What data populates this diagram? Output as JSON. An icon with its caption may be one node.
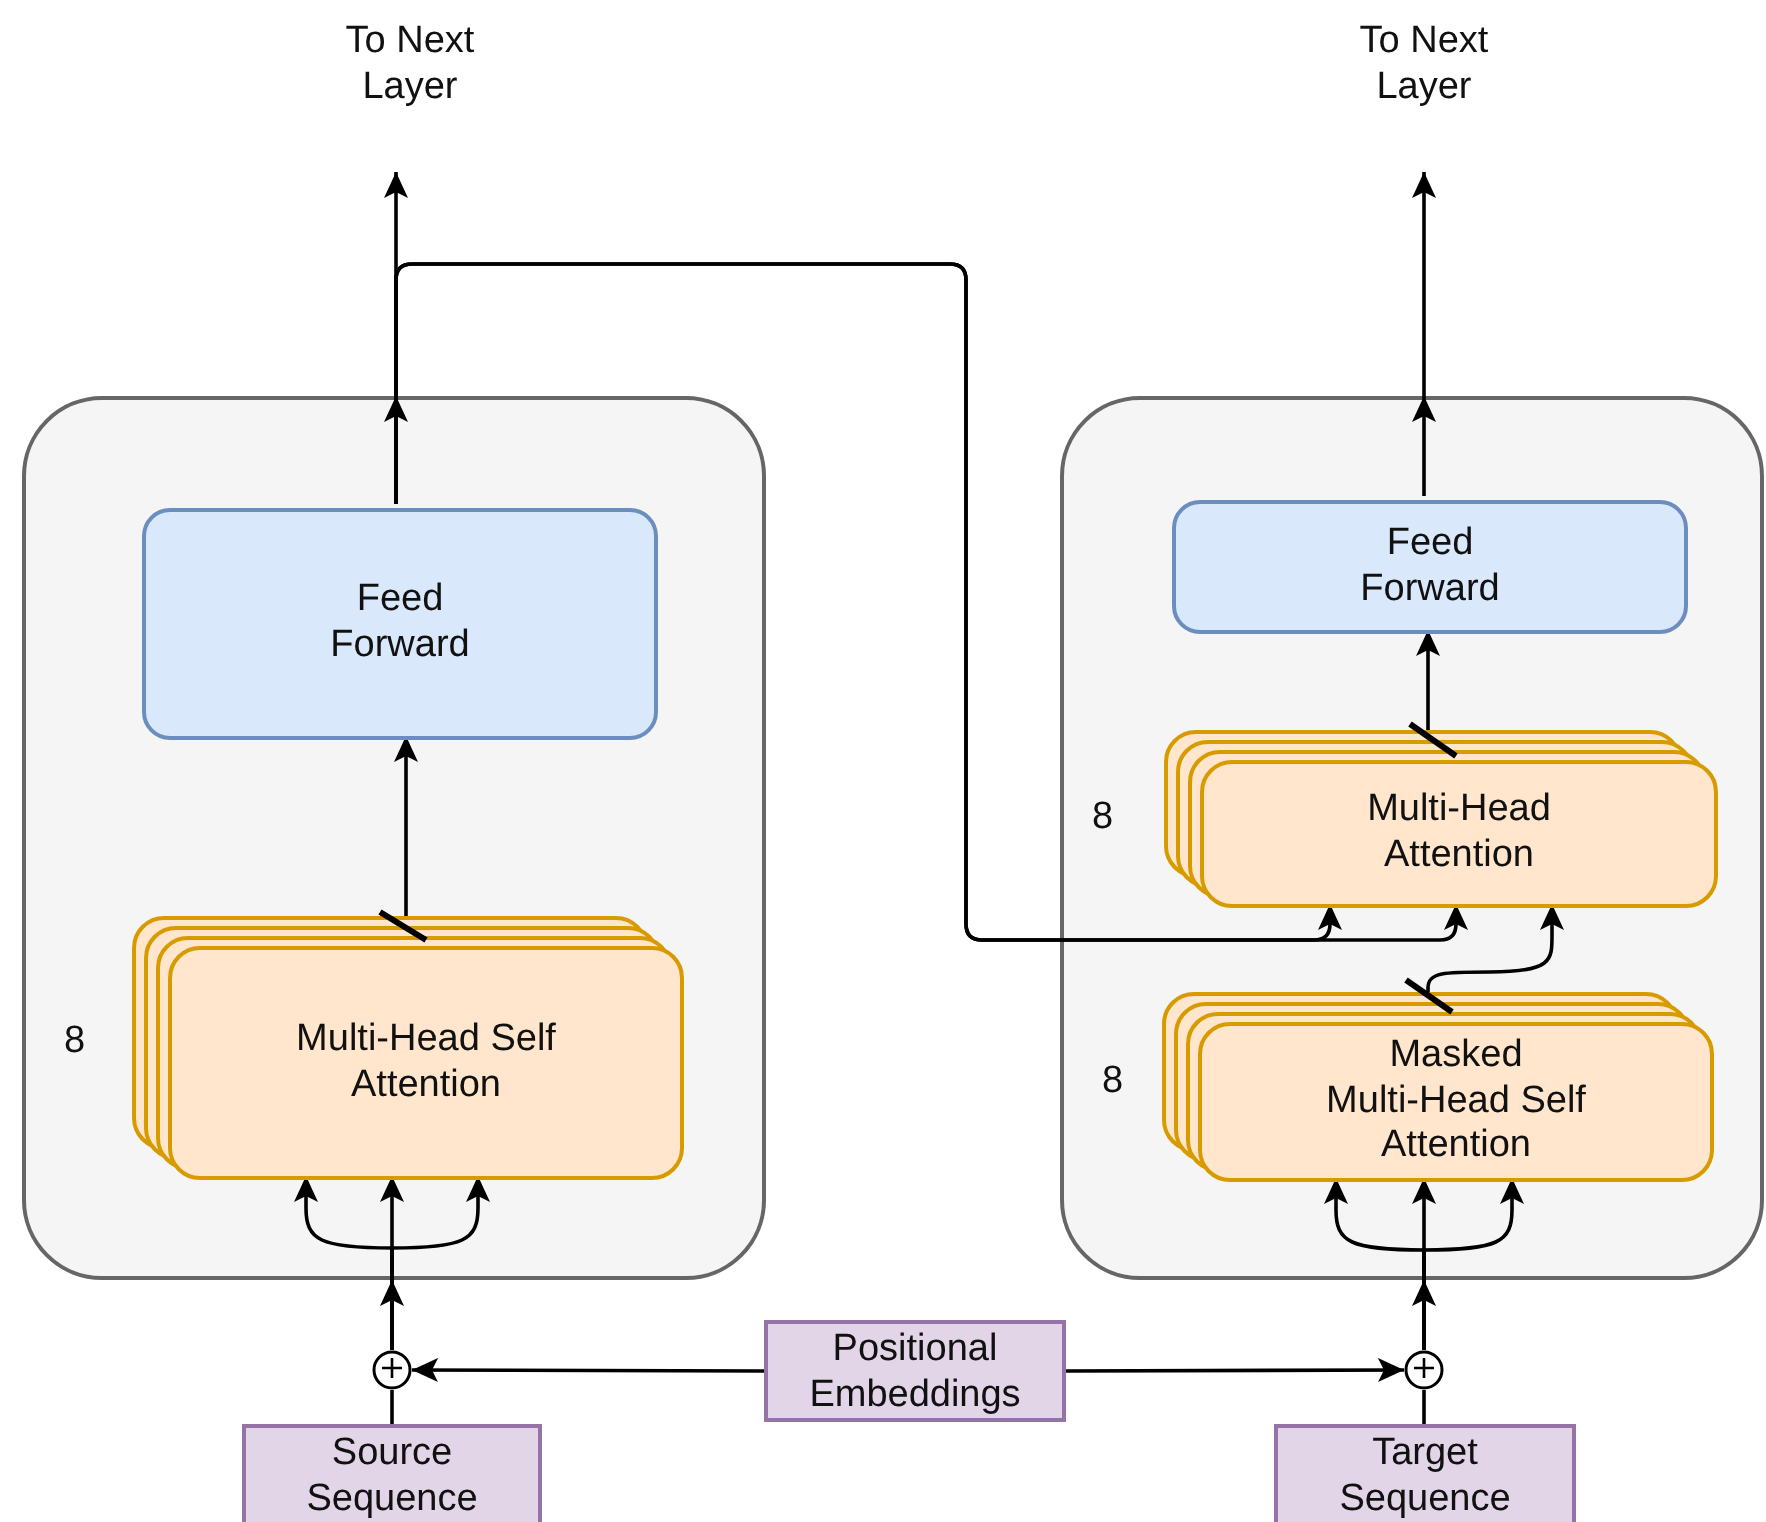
{
  "diagram": {
    "nodes": [
      {
        "text": [
          "To Next Layer"
        ]
      },
      {
        "text": [
          "To Next Layer"
        ]
      },
      {
        "text": [],
        "shape": "box"
      },
      {
        "text": [
          "Feed Forward"
        ],
        "in": 2
      },
      {
        "text": [
          "Multi-Head Self Attention"
        ],
        "in": 2,
        "beside": [
          "8"
        ]
      },
      {
        "text": [],
        "shape": "box"
      },
      {
        "text": [
          "Feed Forward"
        ],
        "in": 5
      },
      {
        "text": [
          "Multi-Head Attention"
        ],
        "in": 5,
        "beside": [
          "8"
        ]
      },
      {
        "text": [
          "Masked Multi-Head Self Attention"
        ],
        "in": 5,
        "beside": [
          "8"
        ]
      },
      {
        "text": [],
        "shape": "circle"
      },
      {
        "text": [],
        "shape": "circle"
      },
      {
        "text": [
          "Positional Embeddings"
        ]
      },
      {
        "text": [
          "Source Sequence"
        ]
      },
      {
        "text": [
          "Target Sequence"
        ]
      }
    ],
    "edges": [
      {
        "from": 12,
        "to": 9,
        "arrow": "none"
      },
      {
        "from": 11,
        "to": 9,
        "arrow": "to"
      },
      {
        "from": 11,
        "to": 10,
        "arrow": "to"
      },
      {
        "from": 13,
        "to": 10,
        "arrow": "none"
      },
      {
        "from": 9,
        "to": 4,
        "arrow": "to"
      },
      {
        "from": 9,
        "to": 4,
        "arrow": "to"
      },
      {
        "from": 9,
        "to": 4,
        "arrow": "to"
      },
      {
        "from": 4,
        "to": 3,
        "arrow": "to"
      },
      {
        "from": 3,
        "to": 0,
        "arrow": "to"
      },
      {
        "from": 3,
        "to": 7,
        "arrow": "to"
      },
      {
        "from": 3,
        "to": 7,
        "arrow": "to"
      },
      {
        "from": 10,
        "to": 8,
        "arrow": "to"
      },
      {
        "from": 10,
        "to": 8,
        "arrow": "to"
      },
      {
        "from": 10,
        "to": 8,
        "arrow": "to"
      },
      {
        "from": 8,
        "to": 7,
        "arrow": "to"
      },
      {
        "from": 7,
        "to": 6,
        "arrow": "to"
      },
      {
        "from": 6,
        "to": 1,
        "arrow": "to"
      }
    ]
  }
}
